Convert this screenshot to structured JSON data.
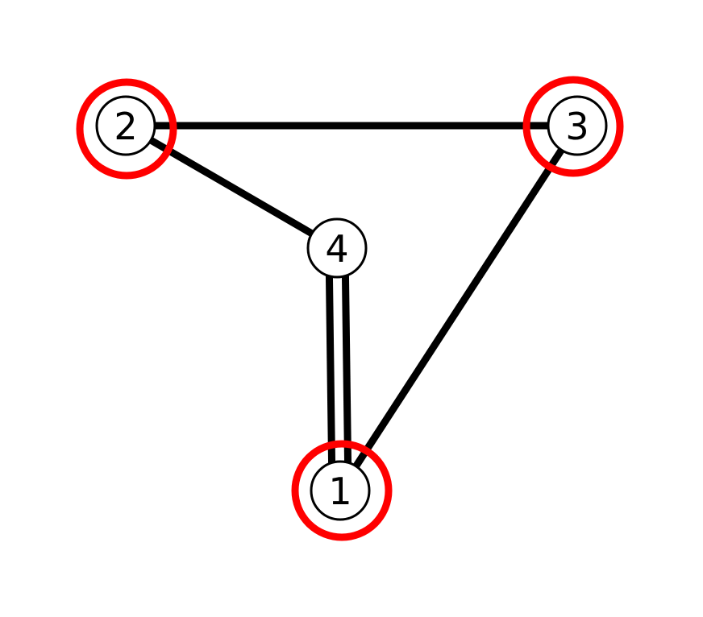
{
  "graph": {
    "nodes": [
      {
        "id": "1",
        "label": "1",
        "highlighted": true
      },
      {
        "id": "2",
        "label": "2",
        "highlighted": true
      },
      {
        "id": "3",
        "label": "3",
        "highlighted": true
      },
      {
        "id": "4",
        "label": "4",
        "highlighted": false
      }
    ],
    "edges": [
      {
        "source": "2",
        "target": "3",
        "multiplicity": 1
      },
      {
        "source": "2",
        "target": "4",
        "multiplicity": 1
      },
      {
        "source": "4",
        "target": "1",
        "multiplicity": 2
      },
      {
        "source": "3",
        "target": "1",
        "multiplicity": 1
      }
    ],
    "colors": {
      "edge": "#000000",
      "node_fill": "#ffffff",
      "node_stroke": "#000000",
      "highlight": "#ff0000"
    }
  }
}
